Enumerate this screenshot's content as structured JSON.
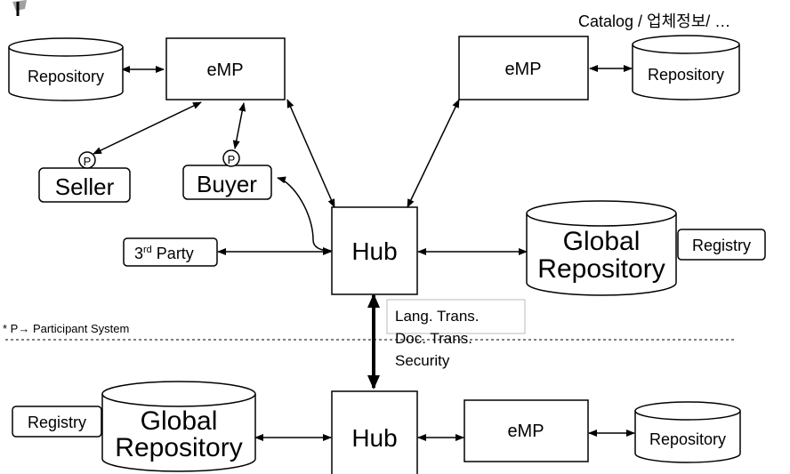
{
  "header": {
    "catalog_text": "Catalog / 업체정보/ …"
  },
  "nodes": {
    "repository_top_left": "Repository",
    "emp_top_left": "eMP",
    "emp_top_right": "eMP",
    "repository_top_right": "Repository",
    "seller": "Seller",
    "buyer": "Buyer",
    "participant_marker": "P",
    "third_party_prefix": "3",
    "third_party_sup": "rd",
    "third_party_suffix": " Party",
    "hub_top": "Hub",
    "global_repository_top_line1": "Global",
    "global_repository_top_line2": "Repository",
    "registry_top": "Registry",
    "registry_bottom": "Registry",
    "global_repository_bottom_line1": "Global",
    "global_repository_bottom_line2": "Repository",
    "hub_bottom": "Hub",
    "emp_bottom": "eMP",
    "repository_bottom": "Repository"
  },
  "notes": {
    "participant_legend": "* P→ Participant System",
    "services": [
      "Lang. Trans.",
      "Doc. Trans.",
      "Security"
    ]
  },
  "colors": {
    "stroke": "#000000",
    "background": "#ffffff"
  }
}
